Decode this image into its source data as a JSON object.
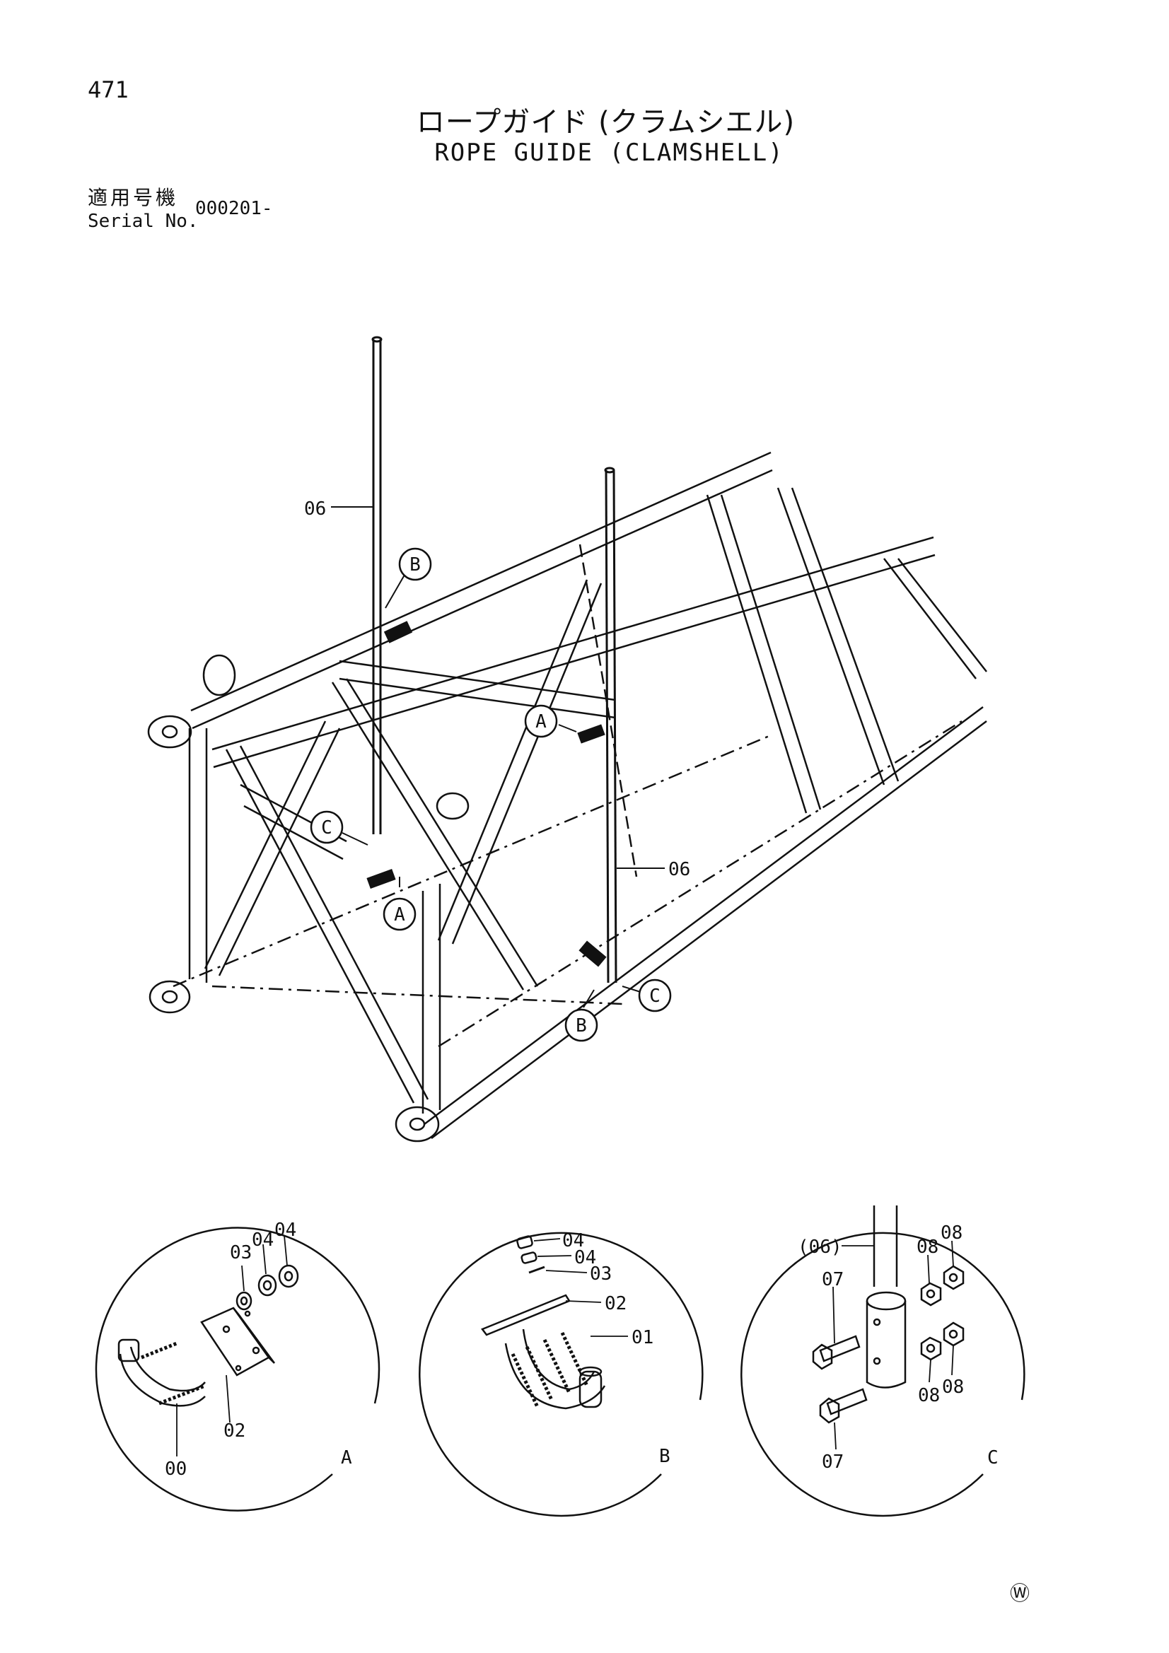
{
  "page_number": "471",
  "title_jp": "ロープガイド (クラムシエル)",
  "title_en": "ROPE GUIDE (CLAMSHELL)",
  "serial_label_jp": "適用号機",
  "serial_label_en": "Serial No.",
  "serial_value": "000201-",
  "corner_mark": "Ⓦ",
  "main_view": {
    "part_labels": [
      "06",
      "06"
    ],
    "callouts": [
      "B",
      "A",
      "C",
      "A",
      "C",
      "B"
    ]
  },
  "detail_a": {
    "letter": "A",
    "parts": [
      "00",
      "02",
      "03",
      "04",
      "04"
    ]
  },
  "detail_b": {
    "letter": "B",
    "parts": [
      "04",
      "04",
      "03",
      "02",
      "01"
    ]
  },
  "detail_c": {
    "letter": "C",
    "parts": [
      "(06)",
      "07",
      "07",
      "08",
      "08",
      "08",
      "08"
    ]
  }
}
